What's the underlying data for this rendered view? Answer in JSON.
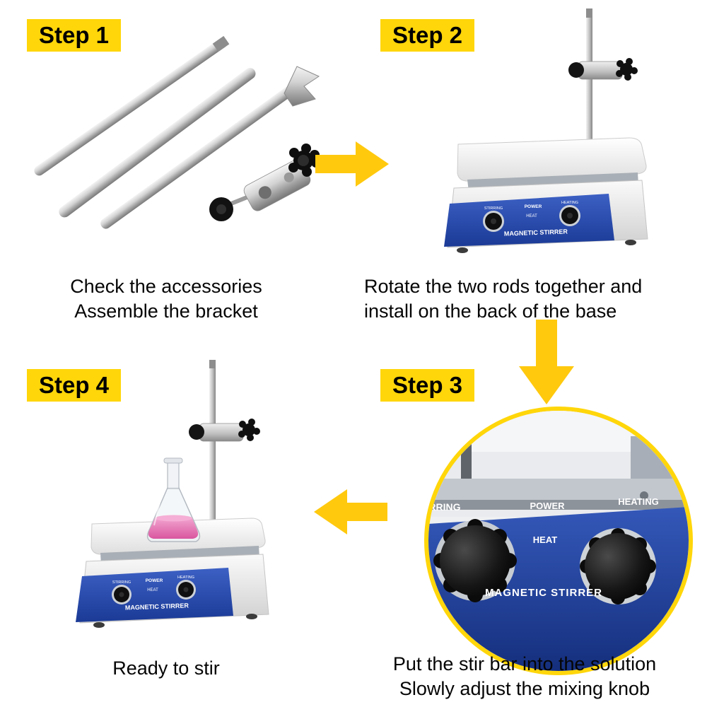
{
  "colors": {
    "label_bg": "#FFD60A",
    "arrow_yellow": "#FFC90E",
    "panel_blue": "#2B4FAE",
    "liquid_pink": "#E75FA8",
    "circle_ring": "#FFD60A"
  },
  "step1": {
    "label": "Step 1",
    "caption": [
      "Check the accessories",
      "Assemble the bracket"
    ]
  },
  "step2": {
    "label": "Step 2",
    "caption": [
      "Rotate the two rods together and",
      "install on the back of the base"
    ]
  },
  "step3": {
    "label": "Step 3",
    "caption": [
      "Put the stir bar into the solution",
      "Slowly adjust the mixing knob"
    ]
  },
  "step4": {
    "label": "Step 4",
    "caption": [
      "Ready to stir"
    ]
  },
  "device": {
    "brand": "MAGNETIC STIRRER",
    "power": "POWER",
    "heat": "HEAT",
    "stirring": "STIRRING",
    "heating": "HEATING"
  }
}
